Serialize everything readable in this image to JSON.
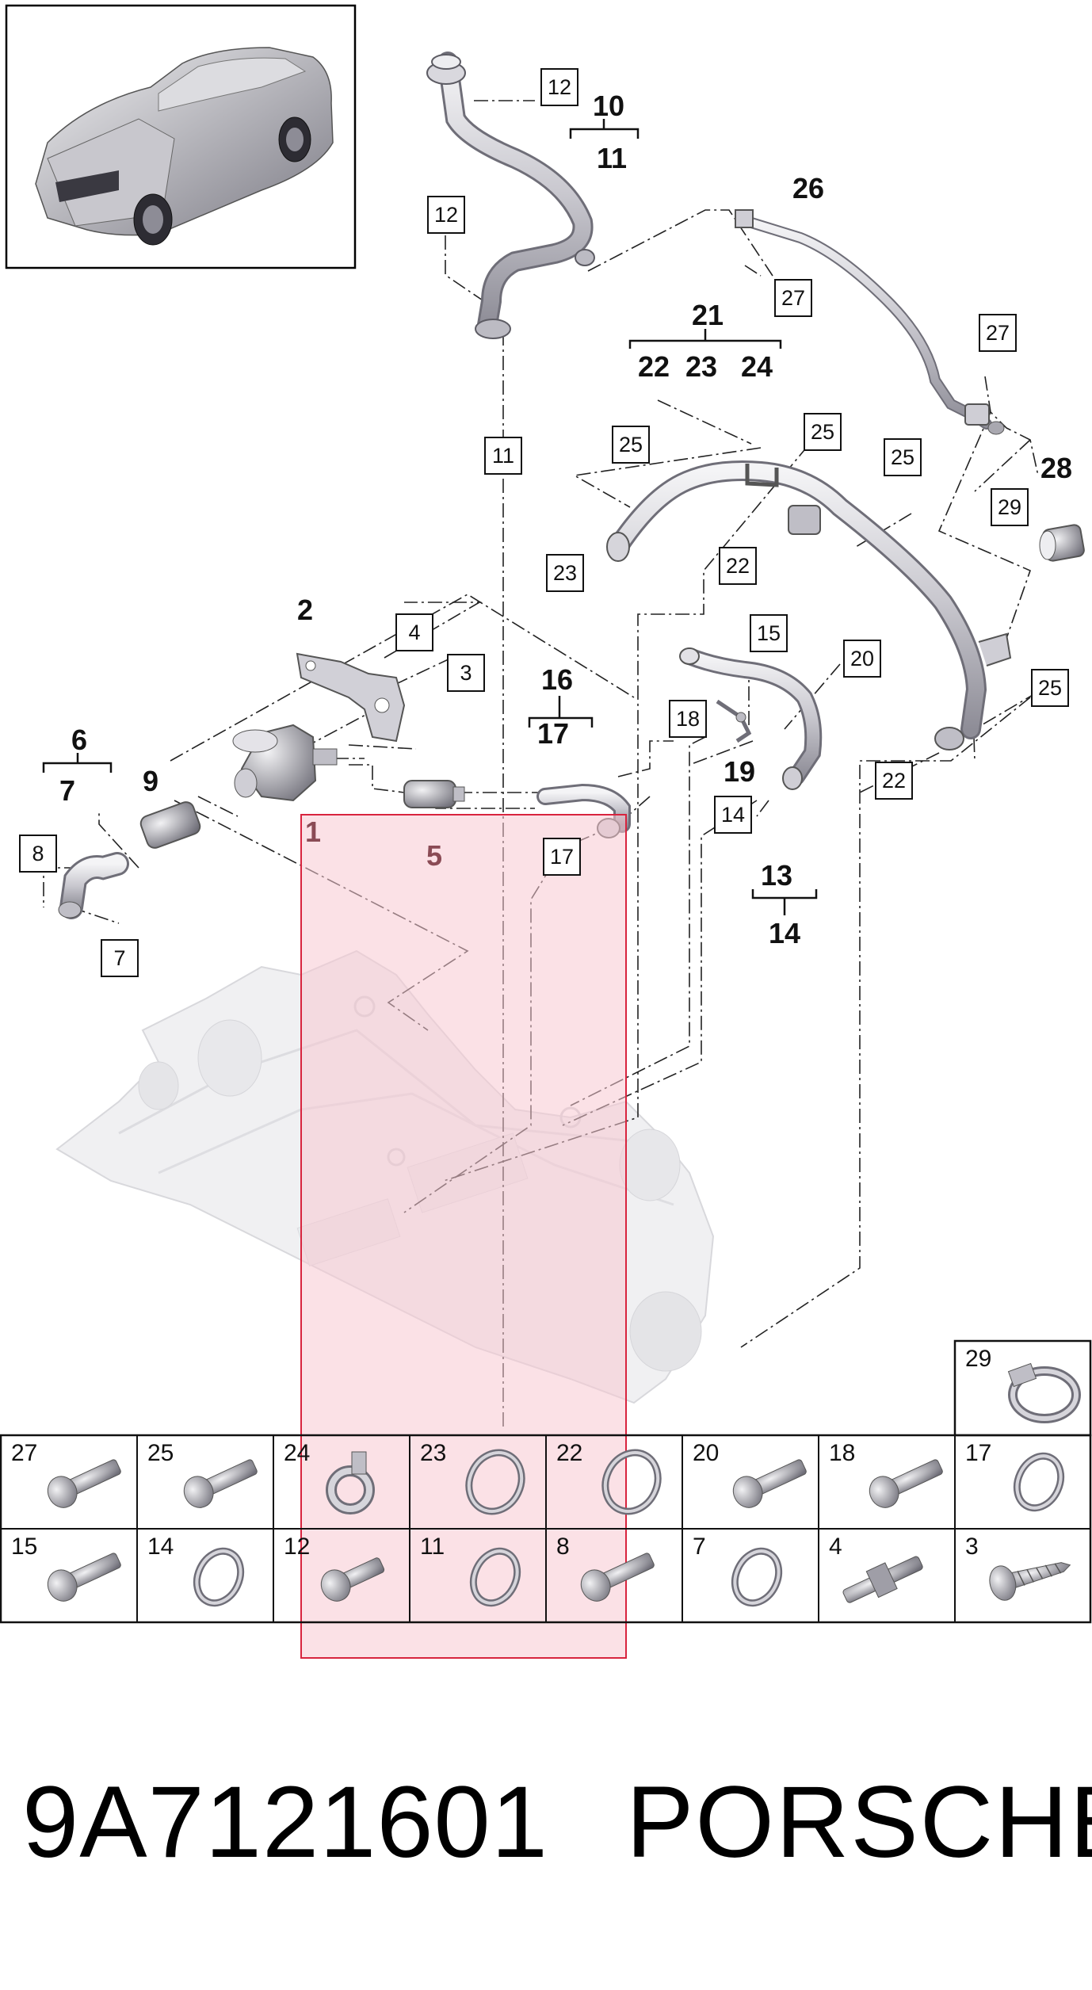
{
  "callouts": {
    "c10": "10",
    "c11": "11",
    "c12": "12",
    "c26": "26",
    "c27": "27",
    "c28": "28",
    "c29": "29",
    "c21": "21",
    "c22": "22",
    "c23": "23",
    "c24": "24",
    "c25": "25",
    "c2": "2",
    "c3": "3",
    "c4": "4",
    "c1": "1",
    "c5": "5",
    "c6": "6",
    "c7": "7",
    "c8": "8",
    "c9": "9",
    "c16": "16",
    "c17": "17",
    "c18": "18",
    "c19": "19",
    "c20": "20",
    "c15": "15",
    "c13": "13",
    "c14": "14"
  },
  "fastener_grid": {
    "top_cell": "29",
    "row1": [
      "27",
      "25",
      "24",
      "23",
      "22",
      "20",
      "18",
      "17"
    ],
    "row2": [
      "15",
      "14",
      "12",
      "11",
      "8",
      "7",
      "4",
      "3"
    ],
    "row1_icons": [
      "bolt-icon",
      "bolt-icon",
      "clamp-icon",
      "o-ring-icon",
      "o-ring-icon",
      "bolt-icon",
      "bolt-icon",
      "o-ring-icon"
    ],
    "row2_icons": [
      "bolt-icon",
      "o-ring-icon",
      "bolt-icon",
      "o-ring-icon",
      "bolt-icon",
      "o-ring-icon",
      "stud-icon",
      "screw-icon"
    ]
  },
  "footer": {
    "part_number": "9A7121601",
    "brand": "PORSCHE"
  },
  "colors": {
    "highlight": "#f8c9d2",
    "highlight_border": "#d8243e",
    "line": "#222222"
  }
}
